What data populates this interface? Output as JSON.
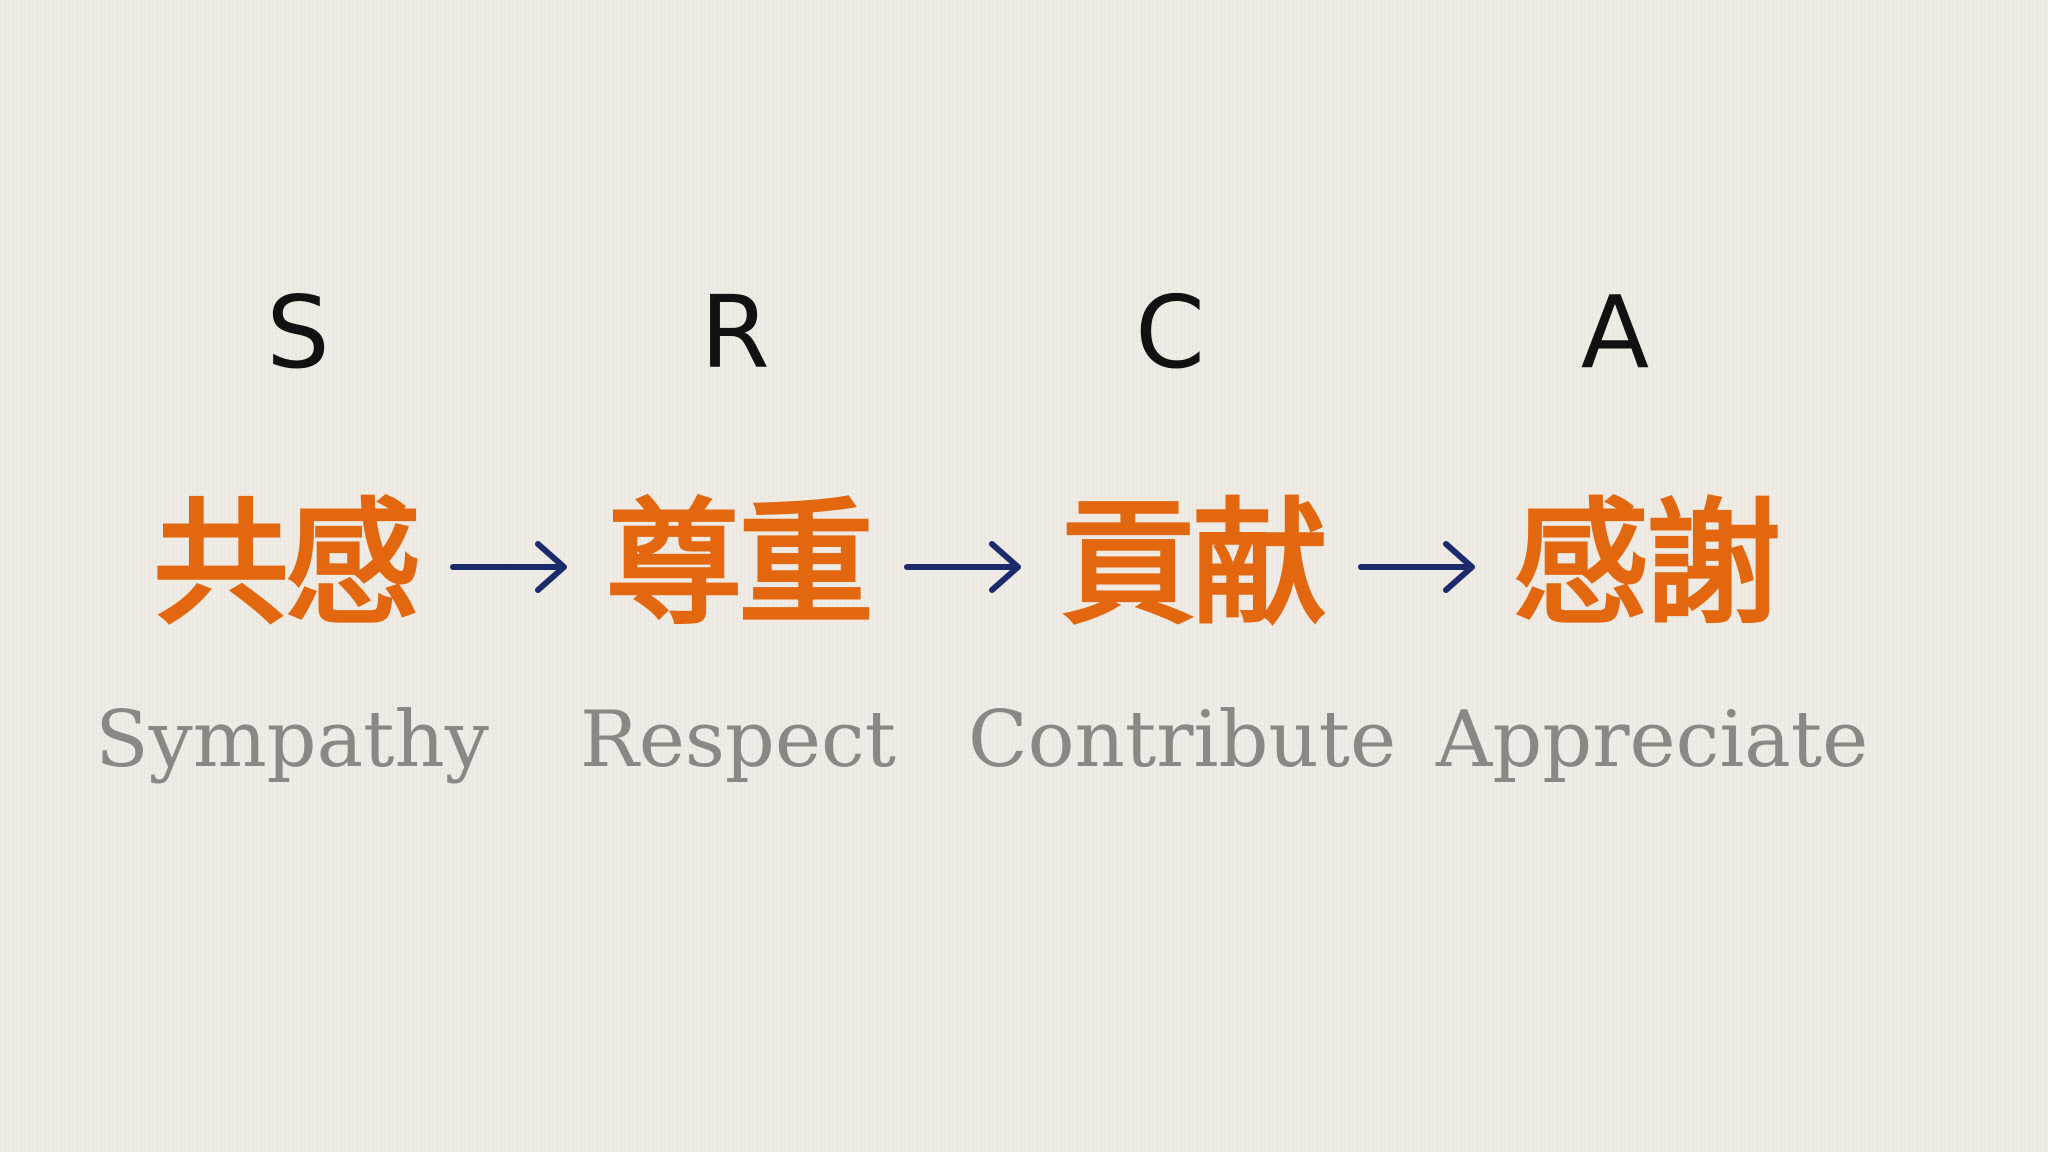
{
  "steps": [
    {
      "letter": "S",
      "kanji": "共感",
      "english": "Sympathy"
    },
    {
      "letter": "R",
      "kanji": "尊重",
      "english": "Respect"
    },
    {
      "letter": "C",
      "kanji": "貢献",
      "english": "Contribute"
    },
    {
      "letter": "A",
      "kanji": "感謝",
      "english": "Appreciate"
    }
  ],
  "arrow_text": "→",
  "colors": {
    "background": "#efebe4",
    "kanji": "#e3670f",
    "arrow": "#1b2a6b",
    "letter": "#111111",
    "english": "#8a8784"
  }
}
